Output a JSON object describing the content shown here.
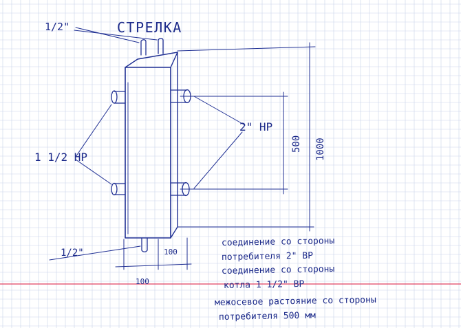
{
  "title": "СТРЕЛКА",
  "labels": {
    "top_inlet": "1/2\"",
    "bottom_drain": "1/2\"",
    "left_ports": "1 1/2 НР",
    "right_ports": "2\" НР",
    "dim_500": "500",
    "dim_1000": "1000",
    "dim_100_left": "100",
    "dim_100_right": "100"
  },
  "notes": [
    "соединение со стороны",
    "потребителя 2\" ВР",
    "соединение со стороны",
    "котла 1 1/2\" ВР",
    "межосевое растояние со стороны",
    "потребителя 500 мм"
  ],
  "colors": {
    "ink": "#1f2f93",
    "grid": "#c9d3ea",
    "margin_line": "#e04060",
    "paper": "#ffffff"
  }
}
